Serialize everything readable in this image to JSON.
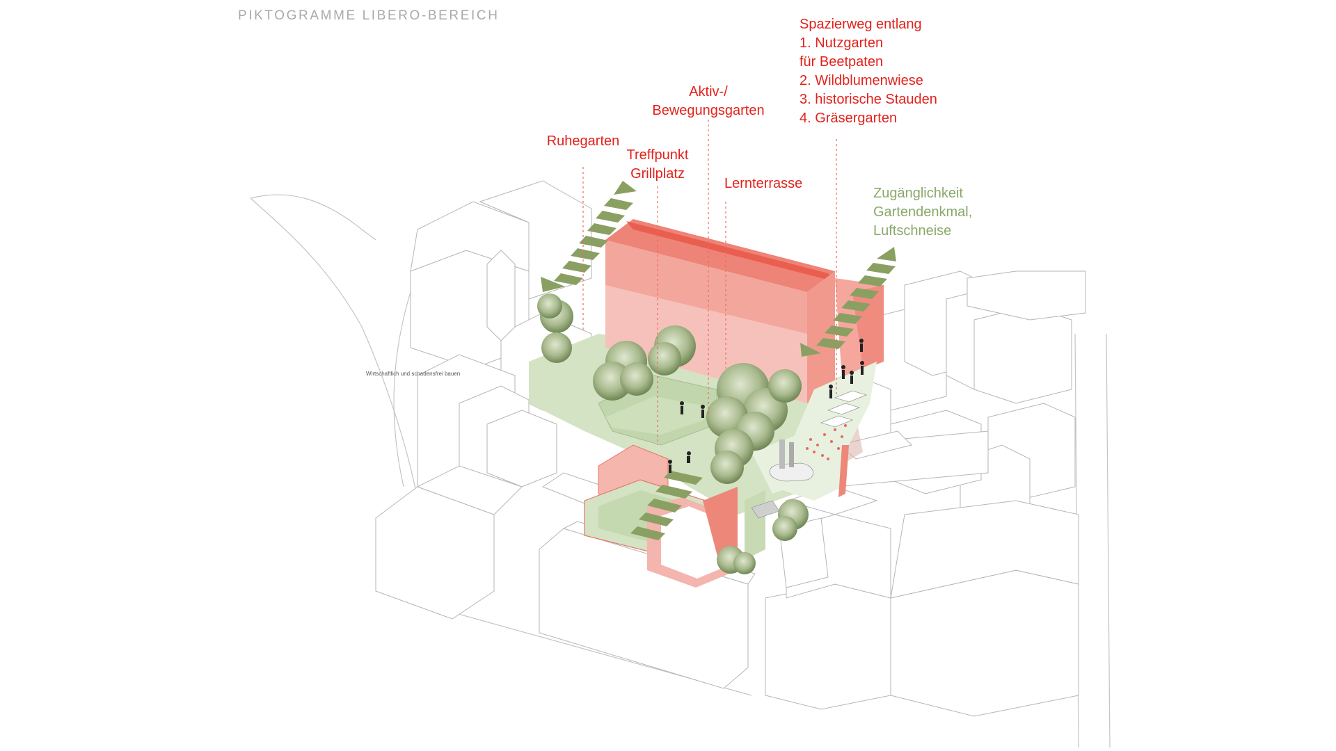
{
  "heading": "PIKTOGRAMME LIBERO-BEREICH",
  "colors": {
    "label_red": "#e3211b",
    "label_green": "#8aa86a",
    "arrow_green": "#8aa062",
    "lawn_green": "#cfe0bf",
    "building_pink": "#f6b3aa",
    "roof_red": "#ec6a5c",
    "building_outline": "#b5b5b5"
  },
  "labels": {
    "ruhegarten": "Ruhegarten",
    "treffpunkt_line1": "Treffpunkt",
    "treffpunkt_line2": "Grillplatz",
    "aktiv_line1": "Aktiv-/",
    "aktiv_line2": "Bewegungsgarten",
    "lernterrasse": "Lernterrasse",
    "spazierweg": {
      "title": "Spazierweg entlang",
      "items": [
        "1. Nutzgarten",
        "für Beetpaten",
        "2. Wildblumenwiese",
        "3. historische Stauden",
        "4. Gräsergarten"
      ]
    },
    "zugaenglichkeit_line1": "Zugänglichkeit",
    "zugaenglichkeit_line2": "Gartendenkmal,",
    "zugaenglichkeit_line3": "Luftschneise"
  },
  "small_note": "Wirtschaftlich und schadensfrei bauen",
  "icons": [
    "tree-icon",
    "person-icon",
    "arrow-icon"
  ]
}
